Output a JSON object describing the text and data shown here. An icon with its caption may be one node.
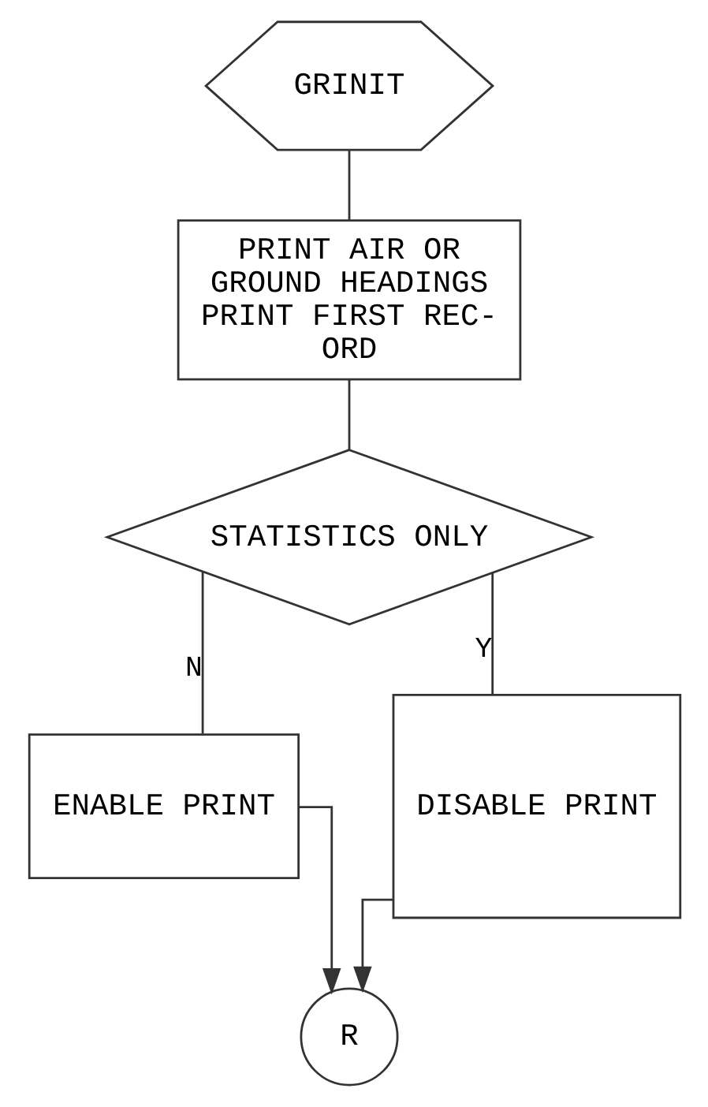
{
  "diagram": {
    "nodes": [
      {
        "text": [
          "GRINIT"
        ]
      },
      {
        "text": [
          "PRINT AIR OR GROUND HEADINGS PRINT FIRST REC- ORD"
        ]
      },
      {
        "text": [
          "STATISTICS ONLY"
        ]
      },
      {
        "text": [
          "ENABLE PRINT"
        ]
      },
      {
        "text": [
          "DISABLE PRINT"
        ]
      },
      {
        "text": [
          "R"
        ]
      }
    ],
    "edges": [
      {
        "from": 0,
        "to": 1,
        "arrow": "none"
      },
      {
        "from": 1,
        "to": 2,
        "arrow": "none"
      },
      {
        "from": 2,
        "to": 3,
        "arrow": "none",
        "label": "N"
      },
      {
        "from": 2,
        "to": 4,
        "arrow": "none",
        "label": "Y"
      },
      {
        "from": 3,
        "to": 5,
        "arrow": "to"
      },
      {
        "from": 4,
        "to": 5,
        "arrow": "to"
      }
    ]
  }
}
